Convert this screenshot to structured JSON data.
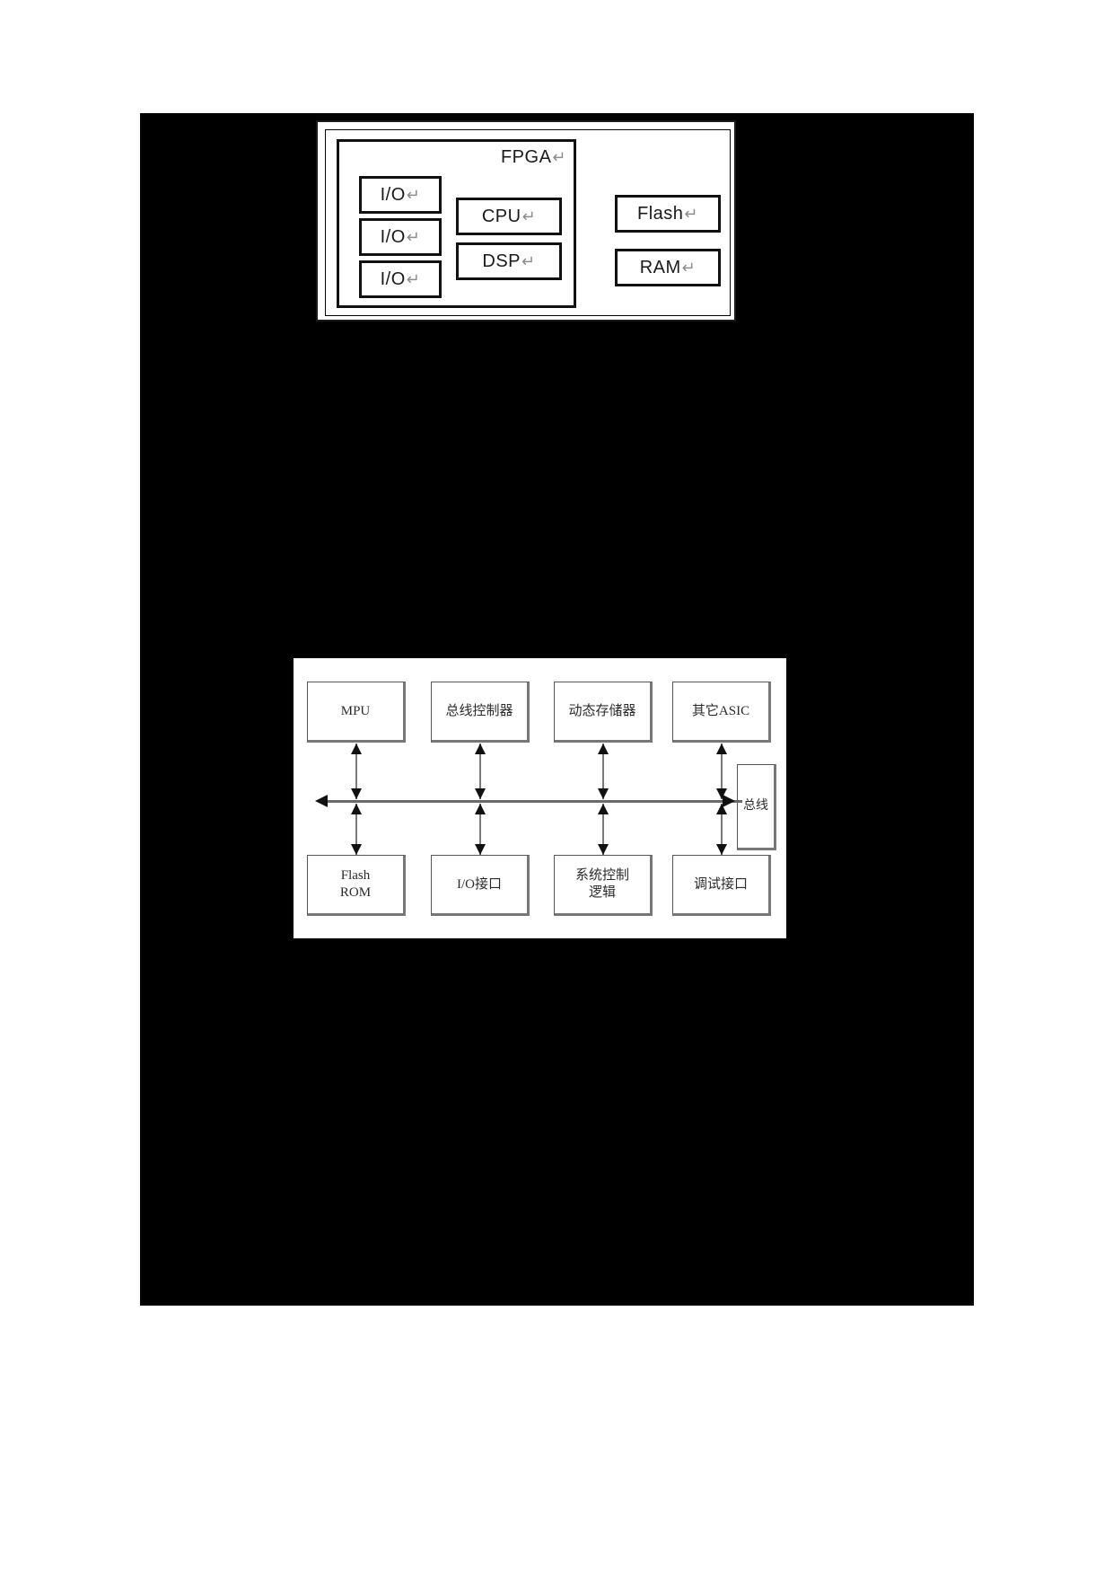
{
  "page": {
    "background_color": "#000000",
    "paper_color": "#ffffff"
  },
  "figure1": {
    "name": "fpga-soc-block-diagram",
    "region_label": "FPGA",
    "return_symbol": "↵",
    "blocks": [
      {
        "id": "io-1",
        "label": "I/O",
        "group": "fpga",
        "column": "io"
      },
      {
        "id": "io-2",
        "label": "I/O",
        "group": "fpga",
        "column": "io"
      },
      {
        "id": "io-3",
        "label": "I/O",
        "group": "fpga",
        "column": "io"
      },
      {
        "id": "cpu",
        "label": "CPU",
        "group": "fpga",
        "column": "core"
      },
      {
        "id": "dsp",
        "label": "DSP",
        "group": "fpga",
        "column": "core"
      },
      {
        "id": "flash",
        "label": "Flash",
        "group": "board",
        "column": "memory"
      },
      {
        "id": "ram",
        "label": "RAM",
        "group": "board",
        "column": "memory"
      }
    ]
  },
  "figure2": {
    "name": "system-bus-block-diagram",
    "bus_label": "总线",
    "top_row": [
      {
        "id": "mpu",
        "label": "MPU"
      },
      {
        "id": "bus-ctrl",
        "label": "总线控制器"
      },
      {
        "id": "dram",
        "label": "动态存储器"
      },
      {
        "id": "other-asic",
        "label": "其它ASIC"
      }
    ],
    "bottom_row": [
      {
        "id": "flash-rom",
        "label_line1": "Flash",
        "label_line2": "ROM"
      },
      {
        "id": "io-port",
        "label_line1": "I/O接口",
        "label_line2": ""
      },
      {
        "id": "sys-ctrl",
        "label_line1": "系统控制",
        "label_line2": "逻辑"
      },
      {
        "id": "debug-port",
        "label_line1": "调试接口",
        "label_line2": ""
      }
    ]
  }
}
